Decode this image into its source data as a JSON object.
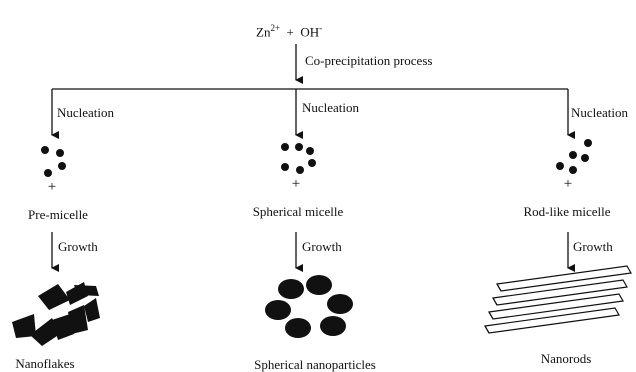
{
  "reactants": {
    "zn": "Zn",
    "zn_charge": "2+",
    "plus": "+",
    "oh": "OH",
    "oh_charge": "-"
  },
  "process_label": "Co-precipitation process",
  "branches": [
    {
      "nucleation": "Nucleation",
      "plus": "+",
      "micelle": "Pre-micelle",
      "growth": "Growth",
      "product": "Nanoflakes"
    },
    {
      "nucleation": "Nucleation",
      "plus": "+",
      "micelle": "Spherical micelle",
      "growth": "Growth",
      "product": "Spherical nanoparticles"
    },
    {
      "nucleation": "Nucleation",
      "plus": "+",
      "micelle": "Rod-like micelle",
      "growth": "Growth",
      "product": "Nanorods"
    }
  ]
}
